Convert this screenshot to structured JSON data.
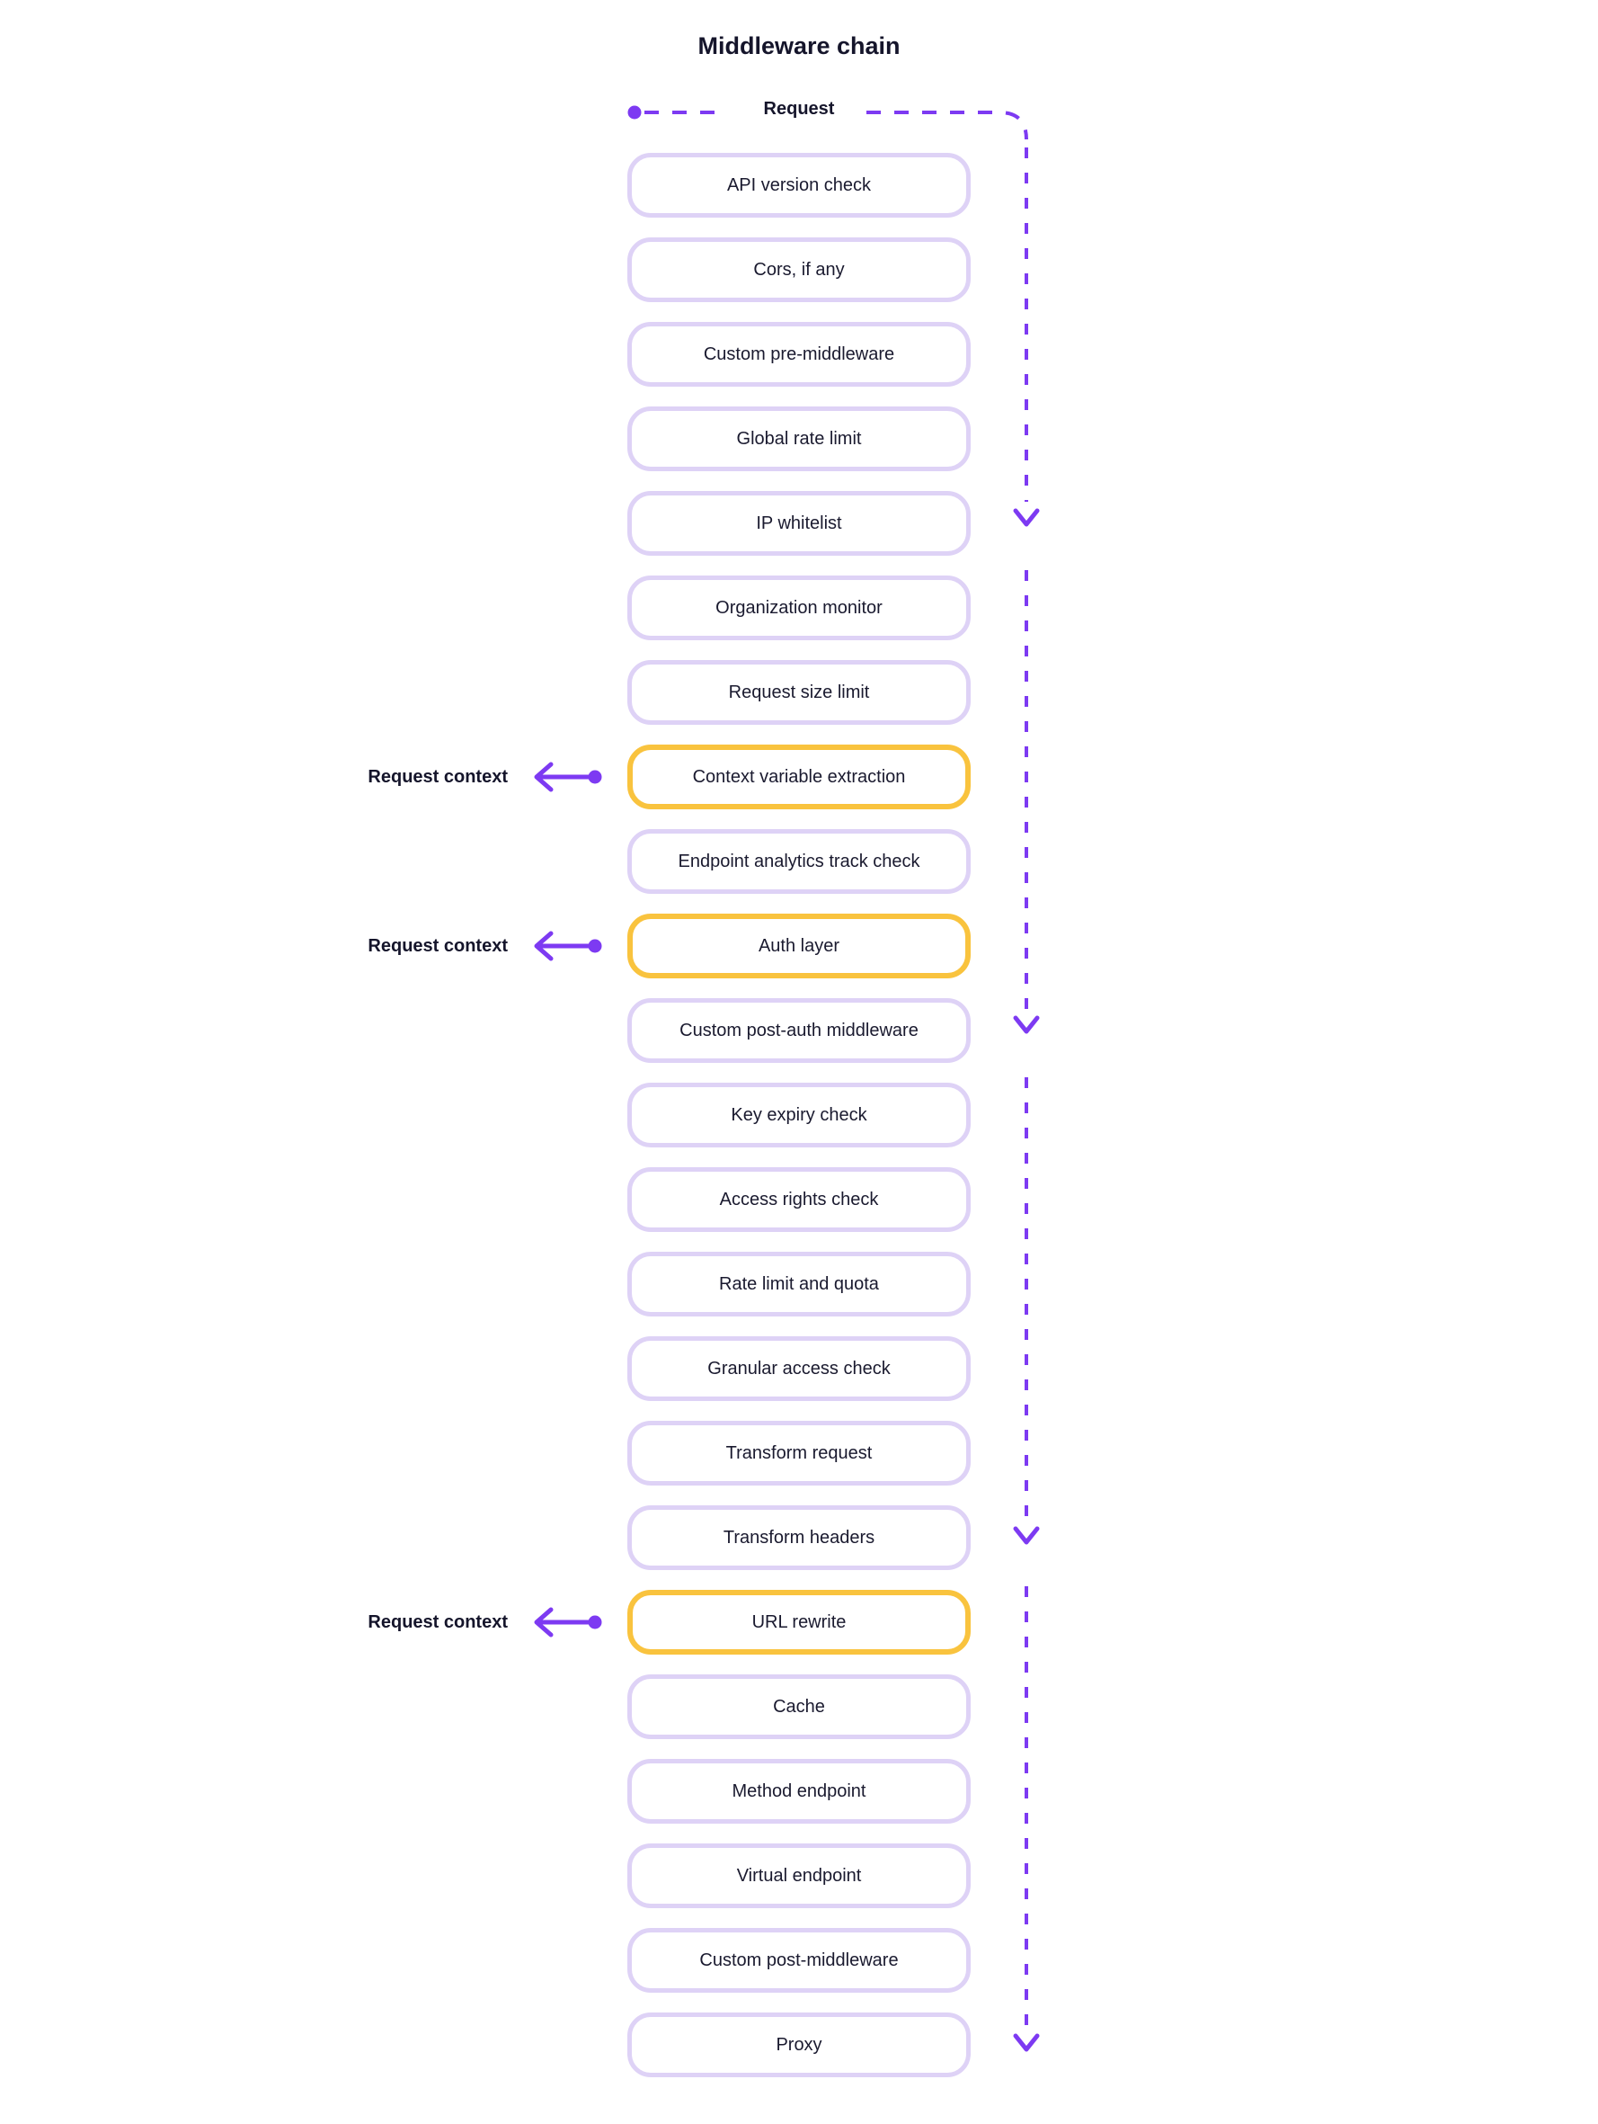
{
  "title": "Middleware chain",
  "flow": {
    "request_label": "Request",
    "context_label": "Request context"
  },
  "colors": {
    "accent_purple": "#7d3af2",
    "box_border_lavender": "#ded2f6",
    "highlight_border_amber": "#f9c33e",
    "text_dark_navy": "#15152b",
    "background": "#ffffff"
  },
  "chain": {
    "steps": [
      {
        "label": "API version check",
        "highlighted": false
      },
      {
        "label": "Cors, if any",
        "highlighted": false
      },
      {
        "label": "Custom pre-middleware",
        "highlighted": false
      },
      {
        "label": "Global rate limit",
        "highlighted": false
      },
      {
        "label": "IP whitelist",
        "highlighted": false
      },
      {
        "label": "Organization monitor",
        "highlighted": false
      },
      {
        "label": "Request size limit",
        "highlighted": false
      },
      {
        "label": "Context variable extraction",
        "highlighted": true
      },
      {
        "label": "Endpoint analytics track check",
        "highlighted": false
      },
      {
        "label": "Auth layer",
        "highlighted": true
      },
      {
        "label": "Custom post-auth middleware",
        "highlighted": false
      },
      {
        "label": "Key expiry check",
        "highlighted": false
      },
      {
        "label": "Access rights check",
        "highlighted": false
      },
      {
        "label": "Rate limit and quota",
        "highlighted": false
      },
      {
        "label": "Granular access check",
        "highlighted": false
      },
      {
        "label": "Transform request",
        "highlighted": false
      },
      {
        "label": "Transform headers",
        "highlighted": false
      },
      {
        "label": "URL rewrite",
        "highlighted": true
      },
      {
        "label": "Cache",
        "highlighted": false
      },
      {
        "label": "Method endpoint",
        "highlighted": false
      },
      {
        "label": "Virtual endpoint",
        "highlighted": false
      },
      {
        "label": "Custom post-middleware",
        "highlighted": false
      },
      {
        "label": "Proxy",
        "highlighted": false
      }
    ]
  }
}
